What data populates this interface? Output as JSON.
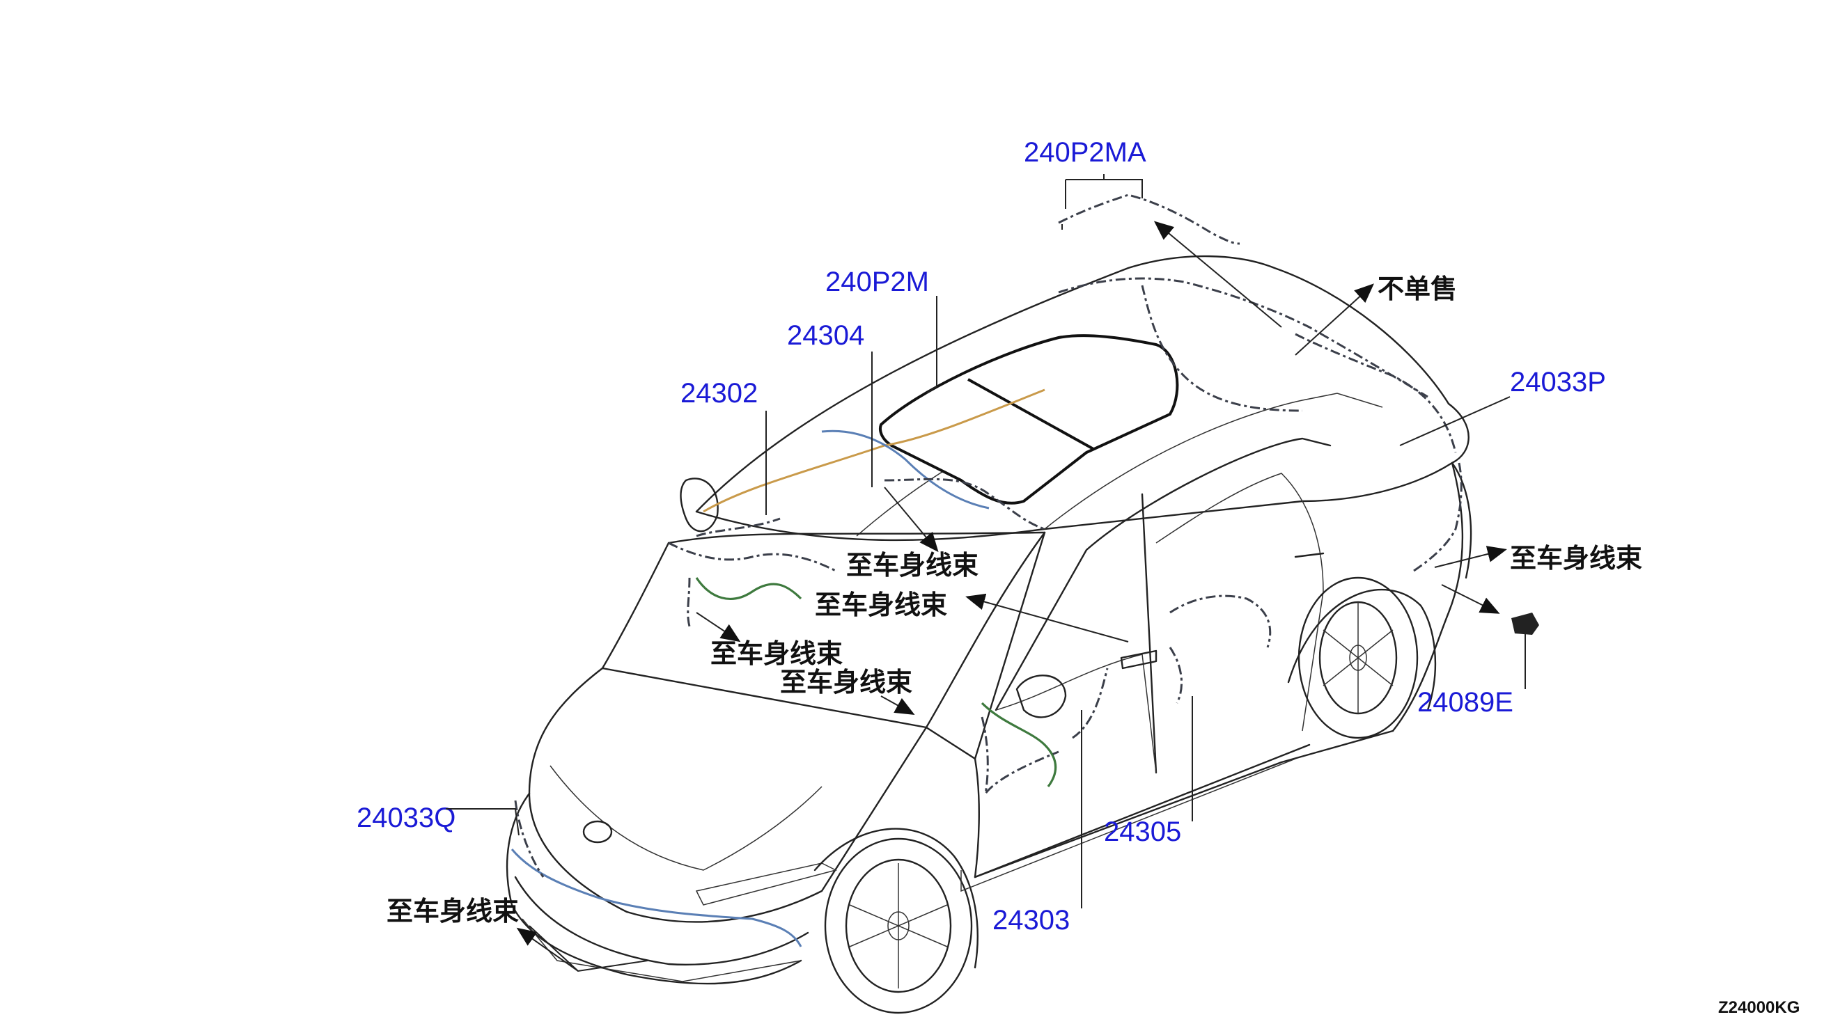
{
  "colors": {
    "part_label": "#1a1ad6",
    "note_label": "#111111"
  },
  "parts": {
    "p240P2MA": "240P2MA",
    "p240P2M": "240P2M",
    "p24304": "24304",
    "p24302": "24302",
    "p24033P": "24033P",
    "p24089E": "24089E",
    "p24033Q": "24033Q",
    "p24305": "24305",
    "p24303": "24303"
  },
  "notes": {
    "not_sold": "不单售",
    "to_body_harness": "至车身线束"
  },
  "drawing_code": "Z24000KG"
}
